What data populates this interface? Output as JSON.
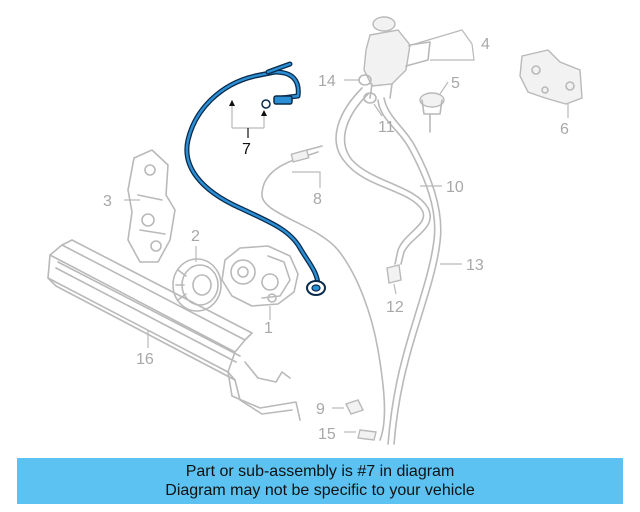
{
  "diagram": {
    "callouts": {
      "c1": "1",
      "c2": "2",
      "c3": "3",
      "c4": "4",
      "c5": "5",
      "c6": "6",
      "c7": "7",
      "c8": "8",
      "c9": "9",
      "c10": "10",
      "c11": "11",
      "c12": "12",
      "c13": "13",
      "c14": "14",
      "c15": "15",
      "c16": "16"
    },
    "highlight_part": "7",
    "colors": {
      "highlight": "#2b8fd6",
      "parts": "#b9b9b9",
      "banner": "#5bc2f2"
    }
  },
  "banner": {
    "line1": "Part or sub-assembly is #7 in diagram",
    "line2": "Diagram may not be specific to your vehicle"
  }
}
